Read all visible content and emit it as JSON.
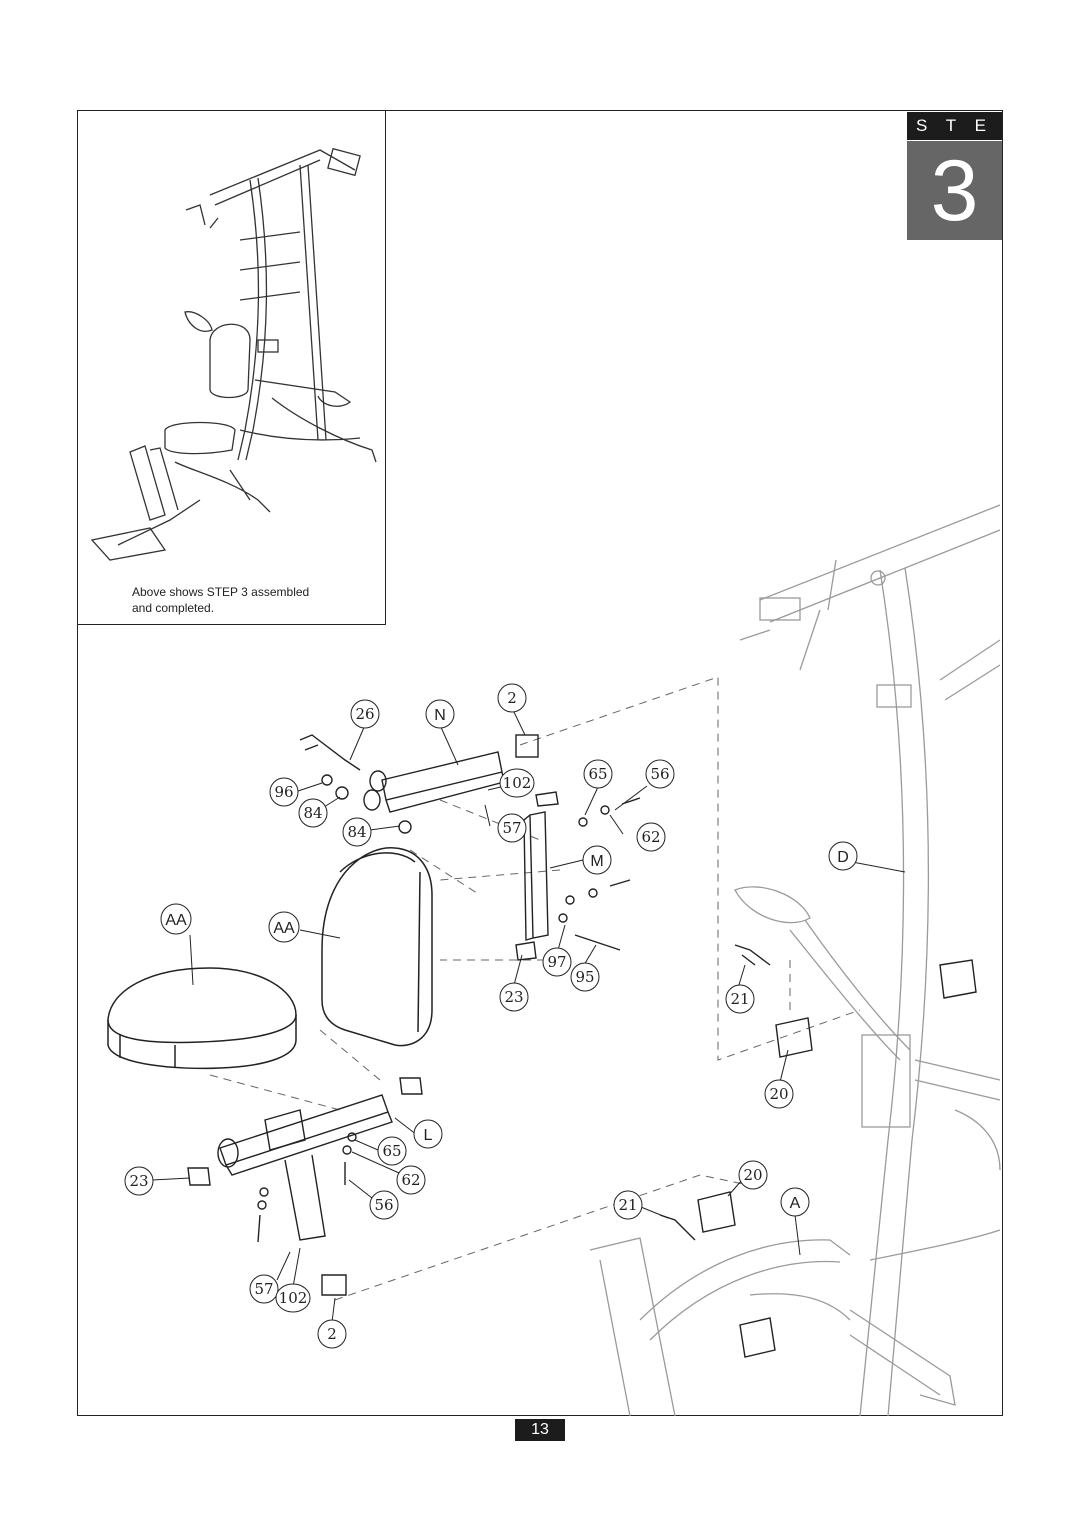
{
  "header": {
    "step_label": "S T E P",
    "step_number": "3"
  },
  "inset": {
    "caption_line1": "Above shows STEP 3 assembled",
    "caption_line2": "and completed."
  },
  "parts": {
    "p26": "26",
    "pN": "N",
    "p2a": "2",
    "p96": "96",
    "p84a": "84",
    "p84b": "84",
    "p102a": "102",
    "p65a": "65",
    "p56a": "56",
    "p57a": "57",
    "p62a": "62",
    "pM": "M",
    "pD": "D",
    "pAA1": "AA",
    "pAA2": "AA",
    "p97": "97",
    "p95": "95",
    "p23a": "23",
    "p21a": "21",
    "p20a": "20",
    "pL": "L",
    "p65b": "65",
    "p62b": "62",
    "p56b": "56",
    "p23b": "23",
    "p20b": "20",
    "p21b": "21",
    "pA": "A",
    "p57b": "57",
    "p102b": "102",
    "p2b": "2"
  },
  "footer": {
    "page_number": "13"
  }
}
